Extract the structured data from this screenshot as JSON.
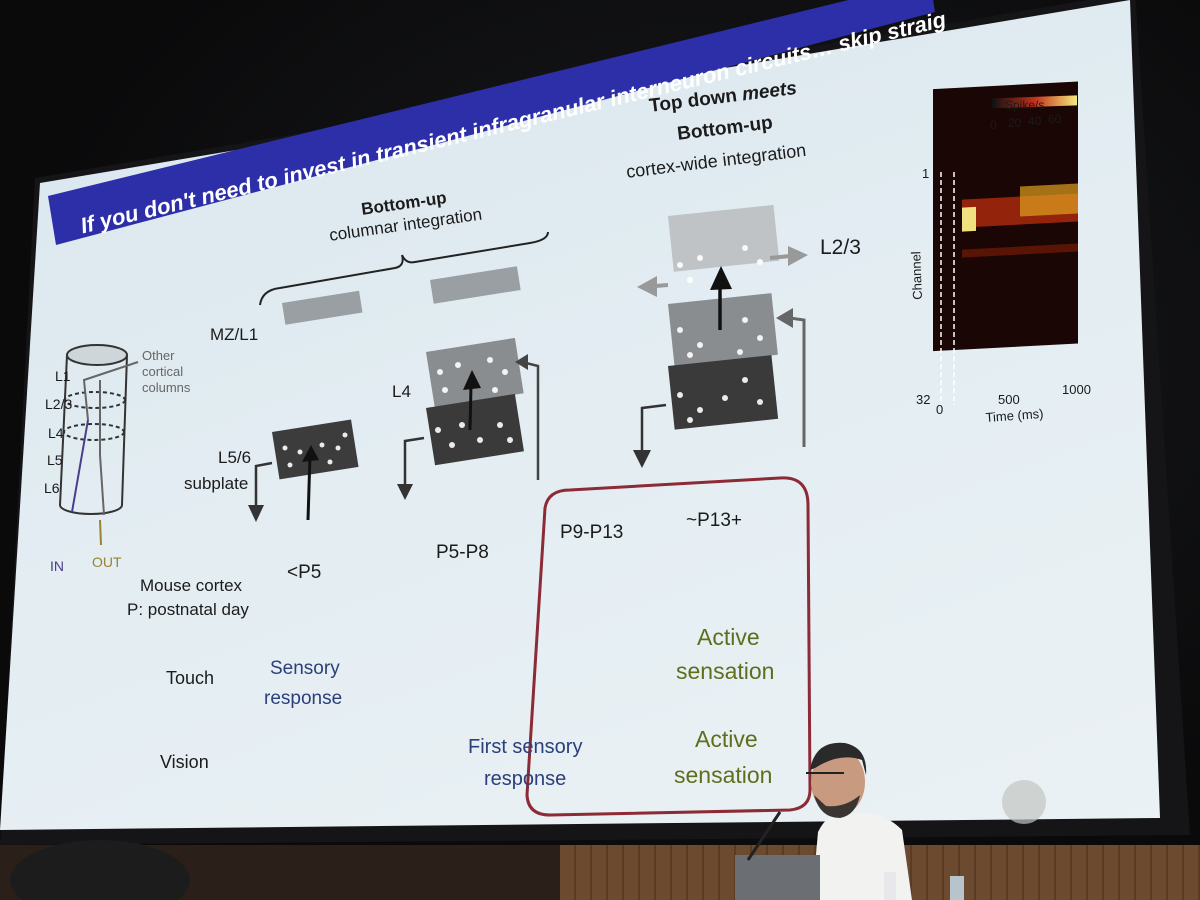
{
  "banner": {
    "text": "If you don't need to invest in transient infragranular interneuron circuits… skip straig"
  },
  "column_labels": {
    "layers": [
      "L1",
      "L2/3",
      "L4",
      "L5",
      "L6"
    ],
    "other": "Other",
    "cortical": "cortical",
    "columns": "columns",
    "in": "IN",
    "out": "OUT"
  },
  "bottom_up": {
    "title": "Bottom-up",
    "subtitle": "columnar integration"
  },
  "top_down": {
    "line1_a": "Top down ",
    "line1_b": "meets",
    "line2": "Bottom-up",
    "line3": "cortex-wide integration"
  },
  "layer_labels": {
    "mz": "MZ/L1",
    "l4": "L4",
    "l56": "L5/6",
    "subplate": "subplate",
    "l23": "L2/3"
  },
  "stages": {
    "p5": "<P5",
    "p58": "P5-P8",
    "p913": "P9-P13",
    "p13": "~P13+"
  },
  "rows": {
    "mouse_a": "Mouse cortex",
    "mouse_b": "P: postnatal day",
    "touch": "Touch",
    "vision": "Vision"
  },
  "responses": {
    "sensory_a": "Sensory",
    "sensory_b": "response",
    "first_a": "First sensory",
    "first_b": "response",
    "active1_a": "Active",
    "active1_b": "sensation",
    "active2_a": "Active",
    "active2_b": "sensation"
  },
  "heatmap": {
    "title": "Spike/s",
    "scale": [
      "0",
      "20",
      "40",
      "60"
    ],
    "ylabel": "Channel",
    "y_top": "1",
    "y_bottom": "32",
    "x_ticks": [
      "0",
      "500",
      "1000"
    ],
    "xlabel": "Time (ms)"
  },
  "colors": {
    "banner": "#2d2fa8",
    "frame": "#8c2a35",
    "blue_text": "#2b3f7a",
    "green_text": "#5f6e1c"
  }
}
